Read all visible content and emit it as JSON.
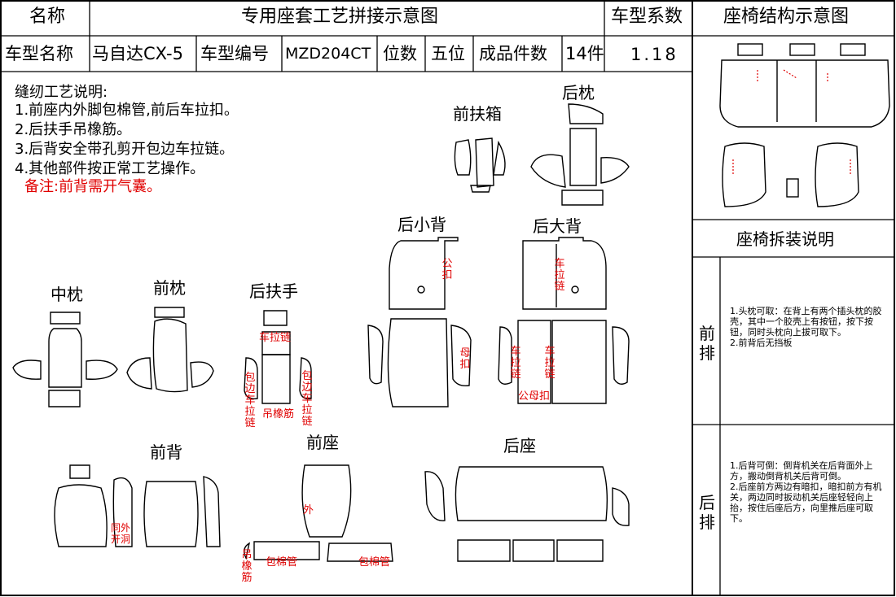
{
  "header": {
    "name_label": "名称",
    "title": "专用座套工艺拼接示意图",
    "coef_label": "车型系数",
    "structure_title": "座椅结构示意图",
    "model_name_label": "车型名称",
    "model_name": "马自达CX-5",
    "model_code_label": "车型编号",
    "model_code": "MZD204CT",
    "seats_label": "位数",
    "seats": "五位",
    "pieces_label": "成品件数",
    "pieces": "14件",
    "coef": "1.18"
  },
  "notes": {
    "title": "缝纫工艺说明:",
    "lines": [
      "1.前座内外脚包棉管,前后车拉扣。",
      "2.后扶手吊橡筋。",
      "3.后背安全带孔剪开包边车拉链。",
      "4.其他部件按正常工艺操作。"
    ],
    "remark": "备注:前背需开气囊。"
  },
  "parts": {
    "front_armrest_box": "前扶箱",
    "rear_headrest": "后枕",
    "rear_small_back": "后小背",
    "rear_big_back": "后大背",
    "middle_headrest": "中枕",
    "front_headrest": "前枕",
    "rear_armrest": "后扶手",
    "front_back": "前背",
    "front_seat": "前座",
    "rear_seat": "后座"
  },
  "annotations": {
    "gongkou": "公扣",
    "muko": "母扣",
    "che_lalian": "车拉链",
    "bao_bian_che_lalian": "包边车拉链",
    "diao_xiangjin": "吊橡筋",
    "tong_wai_kai_dong": "同外开洞",
    "wai": "外",
    "bao_mianguan": "包棉管",
    "gong_mu_kou": "公母扣"
  },
  "right_panel": {
    "disassembly_title": "座椅拆装说明",
    "front_row_label": "前排",
    "front_row_text": "1.头枕可取：在背上有两个插头枕的胶壳，其中一个胶壳上有按钮，按下按钮，同时头枕向上拔可取下。\n2.前背后无挡板",
    "rear_row_label": "后排",
    "rear_row_text": "1.后背可倒：倒背机关在后背面外上方，搬动倒背机关后背可倒。\n2.后座前方两边有暗扣，暗扣前方有机关，两边同时扳动机关后座轻轻向上抬，按住后座后方，向里推后座可取下。"
  },
  "colors": {
    "line": "#000000",
    "annotation": "#e00000"
  }
}
